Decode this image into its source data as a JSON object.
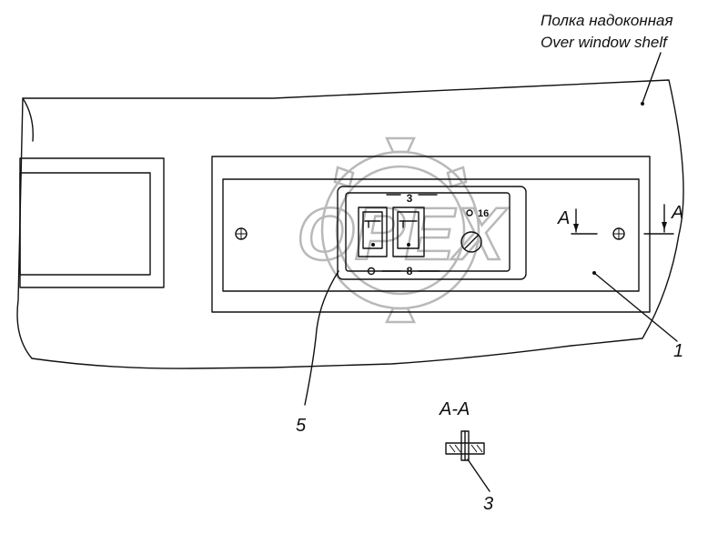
{
  "labels": {
    "shelf_ru": "Полка надоконная",
    "shelf_en": "Over window  shelf",
    "section_mark": "A",
    "section_title": "A-A",
    "callout_1": "1",
    "callout_3": "3",
    "callout_5": "5"
  },
  "panel": {
    "top_mark": "3",
    "bottom_mark_left": "0",
    "bottom_mark_right": "8",
    "knob_mark": "16"
  },
  "watermark": {
    "text": "OPEX"
  }
}
